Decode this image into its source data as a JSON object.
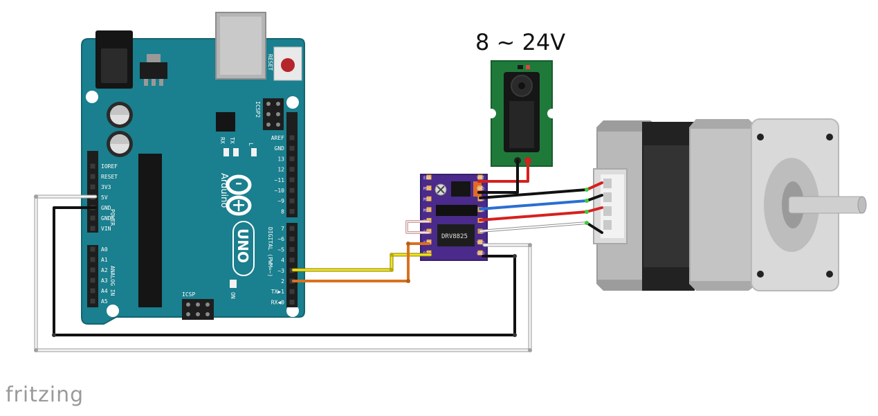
{
  "power_label": "8 ~ 24V",
  "brand": "fritzing",
  "arduino": {
    "name": "Arduino",
    "model": "UNO",
    "reset_label": "RESET",
    "icsp_label": "ICSP",
    "icsp2_label": "ICSP2",
    "tx_label": "TX",
    "rx_label": "RX",
    "l_label": "L",
    "on_label": "ON",
    "power_header": "POWER",
    "analog_header": "ANALOG IN",
    "digital_header": "DIGITAL (PWM=~)",
    "power_pins": [
      "IOREF",
      "RESET",
      "3V3",
      "5V",
      "GND",
      "GND",
      "VIN"
    ],
    "analog_pins": [
      "A0",
      "A1",
      "A2",
      "A3",
      "A4",
      "A5"
    ],
    "digital_top_pins": [
      "AREF",
      "GND",
      "13",
      "12",
      "~11",
      "~10",
      "~9",
      "8"
    ],
    "digital_bottom_pins": [
      "7",
      "~6",
      "~5",
      "4",
      "~3",
      "2",
      "TX▶1",
      "RX◀0"
    ]
  },
  "driver": {
    "name": "DRV8825",
    "left_pins": [
      "ENA",
      "MS1",
      "MS2",
      "MS3",
      "RES",
      "SLP",
      "STP",
      "DIR"
    ],
    "right_pins": [
      "VMT",
      "GND",
      "2B",
      "2A",
      "1A",
      "1B",
      "VDD",
      "GND"
    ]
  },
  "colors": {
    "arduino_board": "#1a7f8e",
    "driver_board": "#4a2a8a",
    "jack_board": "#1f7a3a",
    "wire_yellow": "#f2e61a",
    "wire_orange": "#d9721e",
    "wire_red": "#d62020",
    "wire_blue": "#2a6fd1",
    "wire_black": "#111111",
    "wire_white": "#f4f4f4"
  }
}
